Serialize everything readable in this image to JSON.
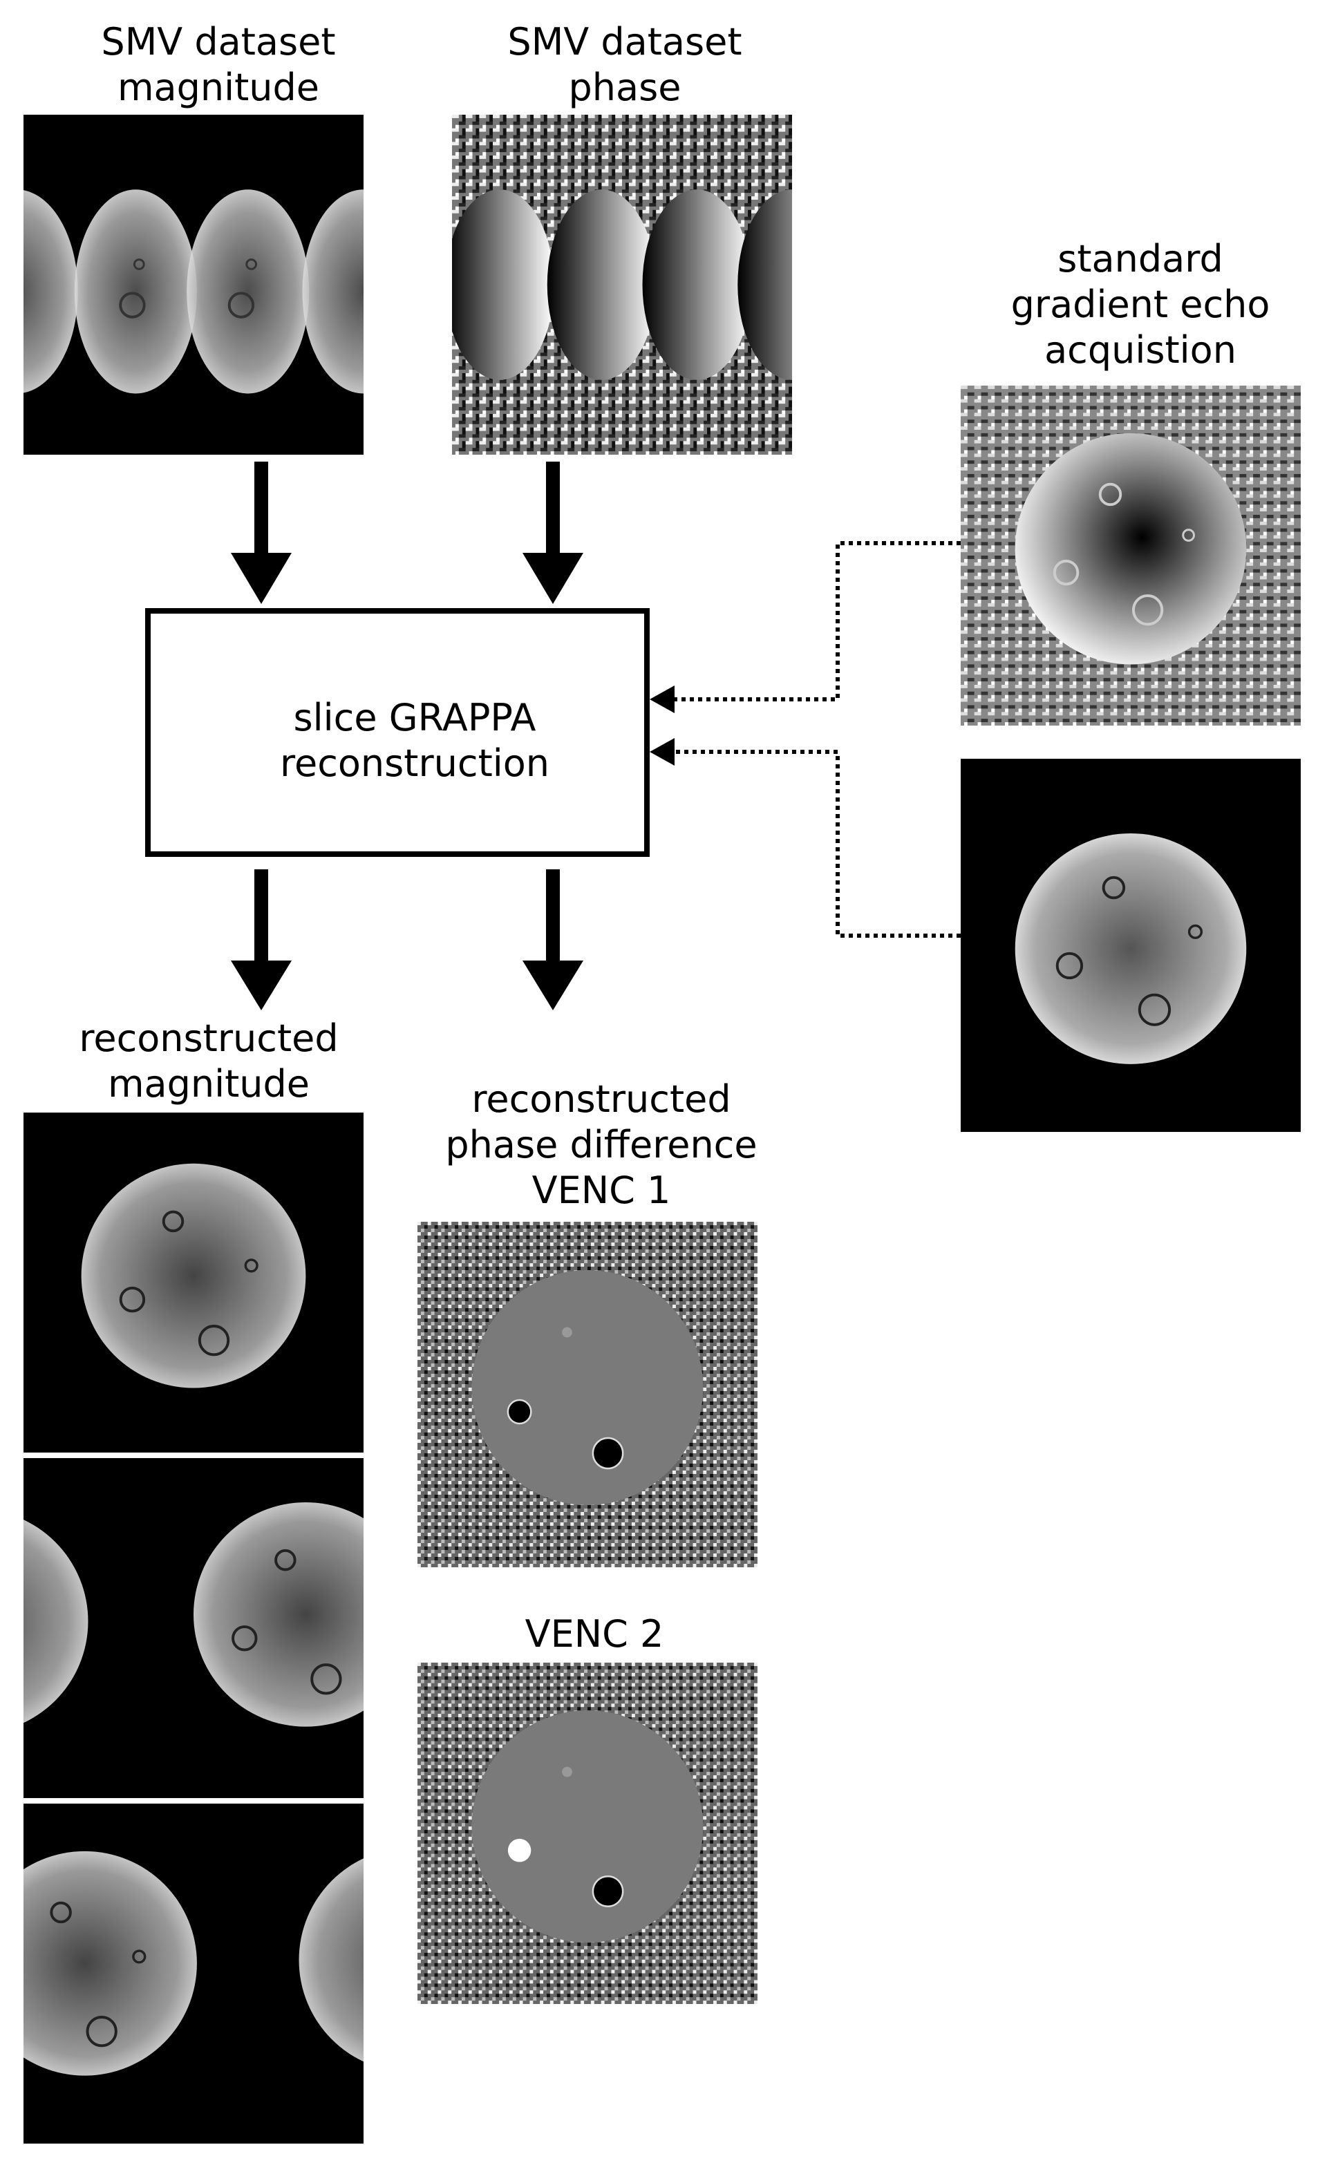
{
  "labels": {
    "smv_magnitude": "SMV dataset\nmagnitude",
    "smv_phase": "SMV dataset\nphase",
    "standard_acquisition": "standard\ngradient echo\nacquistion",
    "reconstruction": "slice GRAPPA\nreconstruction",
    "recon_magnitude": "reconstructed\nmagnitude",
    "recon_phase": "reconstructed\nphase difference\nVENC 1",
    "venc2": "VENC 2"
  },
  "colors": {
    "ink": "#000000",
    "background": "#ffffff",
    "image_background": "#000000"
  }
}
